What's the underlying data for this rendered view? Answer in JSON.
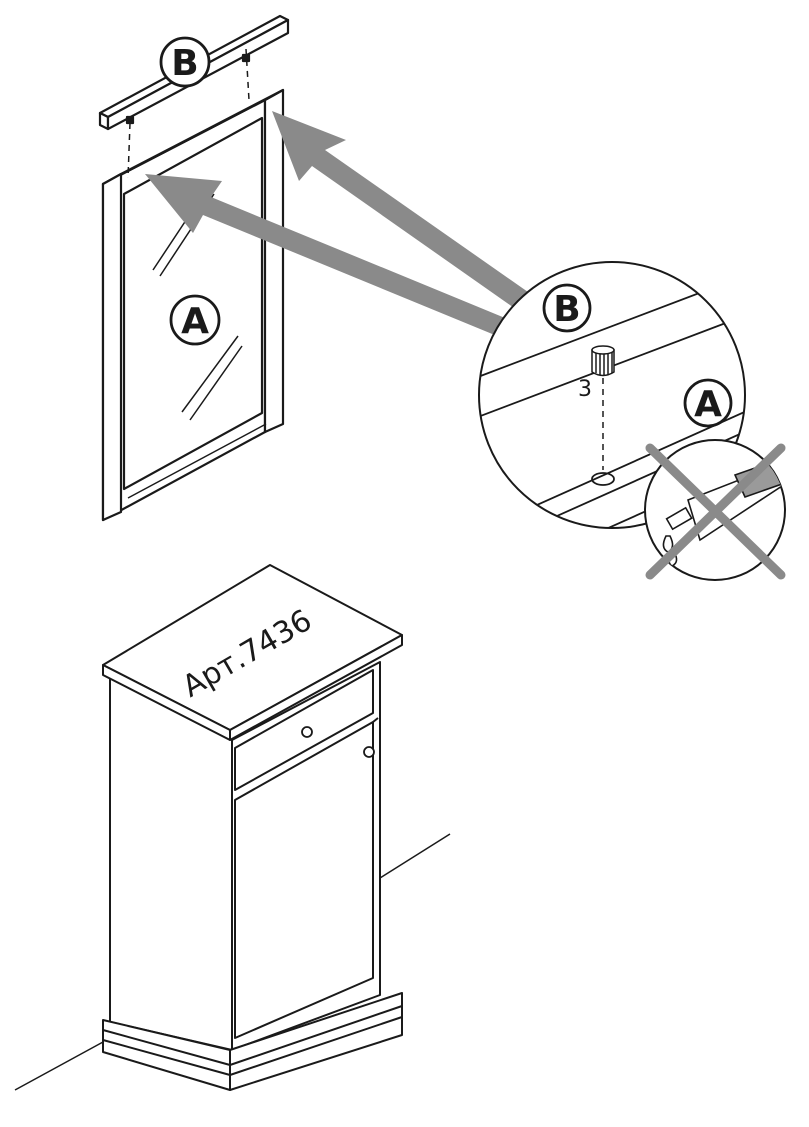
{
  "callouts": {
    "part_a": "A",
    "part_b": "B"
  },
  "detail": {
    "part_a": "A",
    "part_b": "B",
    "dowel_qty": "3"
  },
  "cabinet": {
    "article": "Арт.7436"
  },
  "colors": {
    "line": "#1a1a1a",
    "arrow": "#8a8a8a",
    "cross": "#8a8a8a"
  }
}
